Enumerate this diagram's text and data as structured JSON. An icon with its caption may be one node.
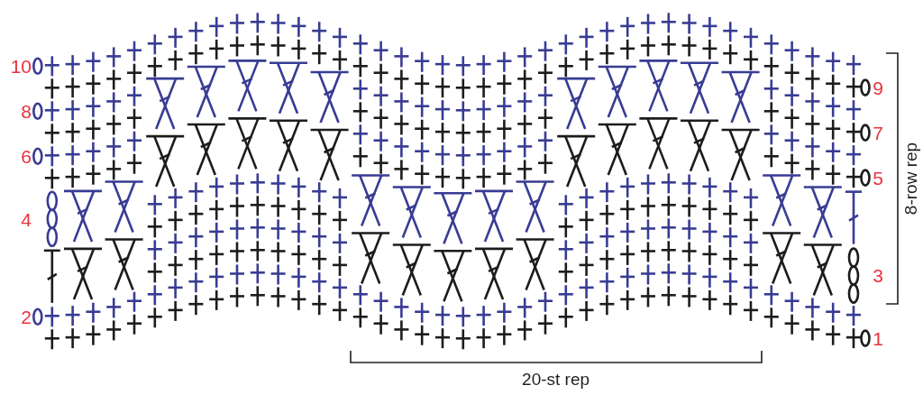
{
  "diagram": {
    "labels": [
      "10",
      "9",
      "8",
      "7",
      "6",
      "5",
      "8-row rep",
      "4",
      "3",
      "2",
      "1",
      "20-st rep"
    ]
  }
}
